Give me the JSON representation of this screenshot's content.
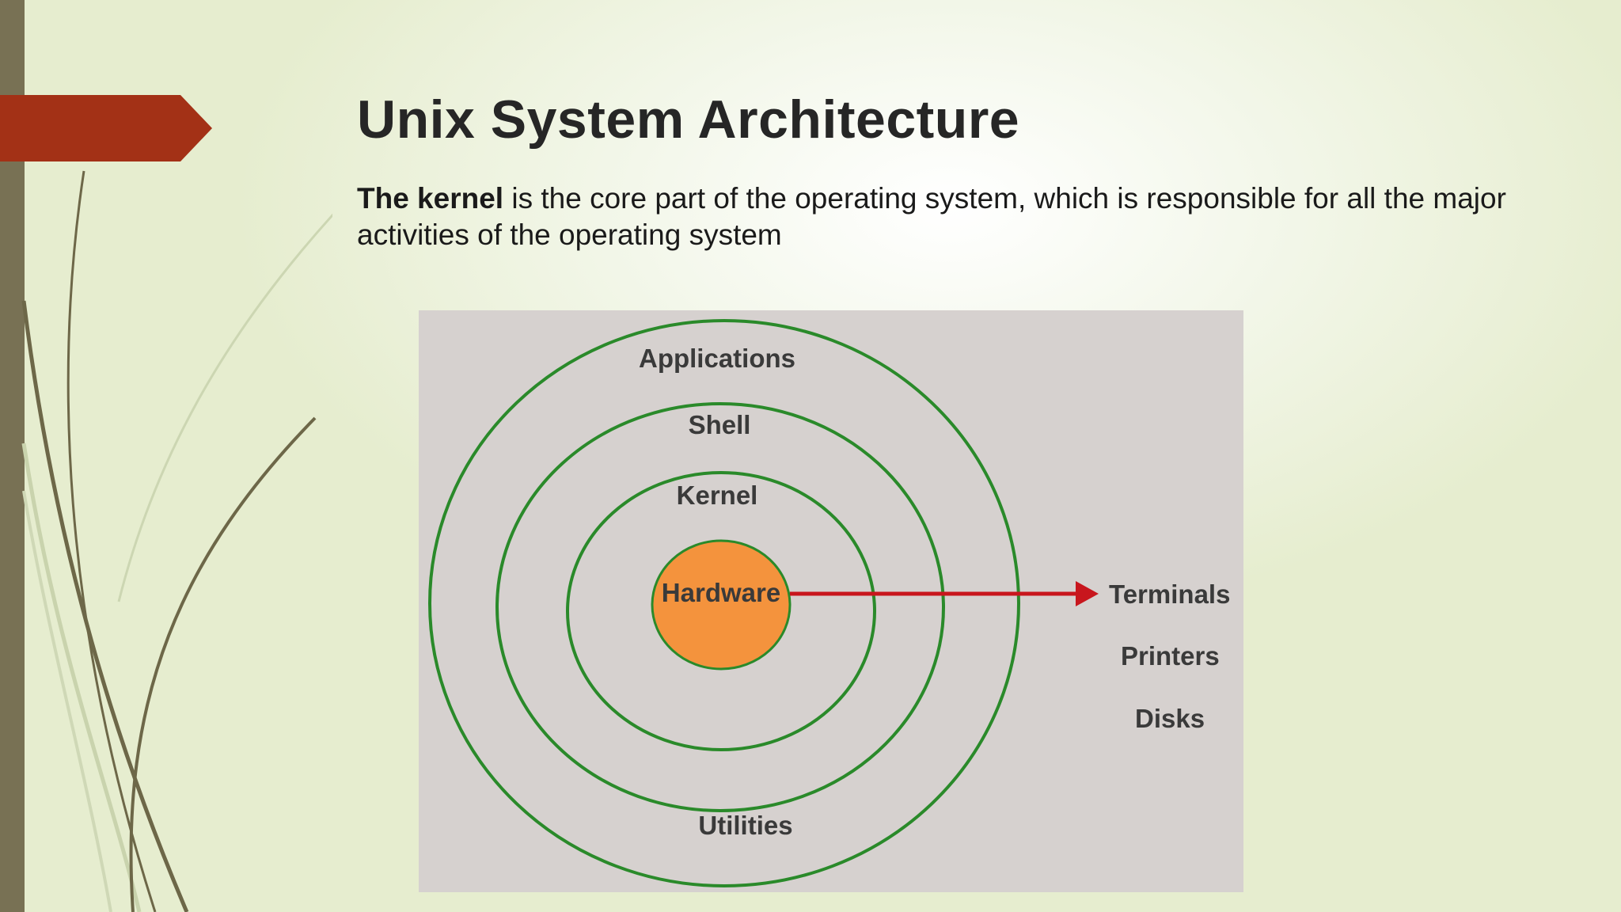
{
  "slide": {
    "title": "Unix System Architecture",
    "body_bold": "The kernel",
    "body_rest": " is the core part of the operating system, which is  responsible for all the major activities of the operating system"
  },
  "diagram": {
    "layers": [
      "Applications",
      "Shell",
      "Kernel"
    ],
    "bottom_label": "Utilities",
    "core_label": "Hardware",
    "devices": [
      "Terminals",
      "Printers",
      "Disks"
    ]
  },
  "colors": {
    "accent": "#a33116",
    "ring": "#2a8a2a",
    "core": "#f4933d",
    "arrow": "#c8161d",
    "panel": "#d6d1cf",
    "sidebar": "#787154"
  }
}
